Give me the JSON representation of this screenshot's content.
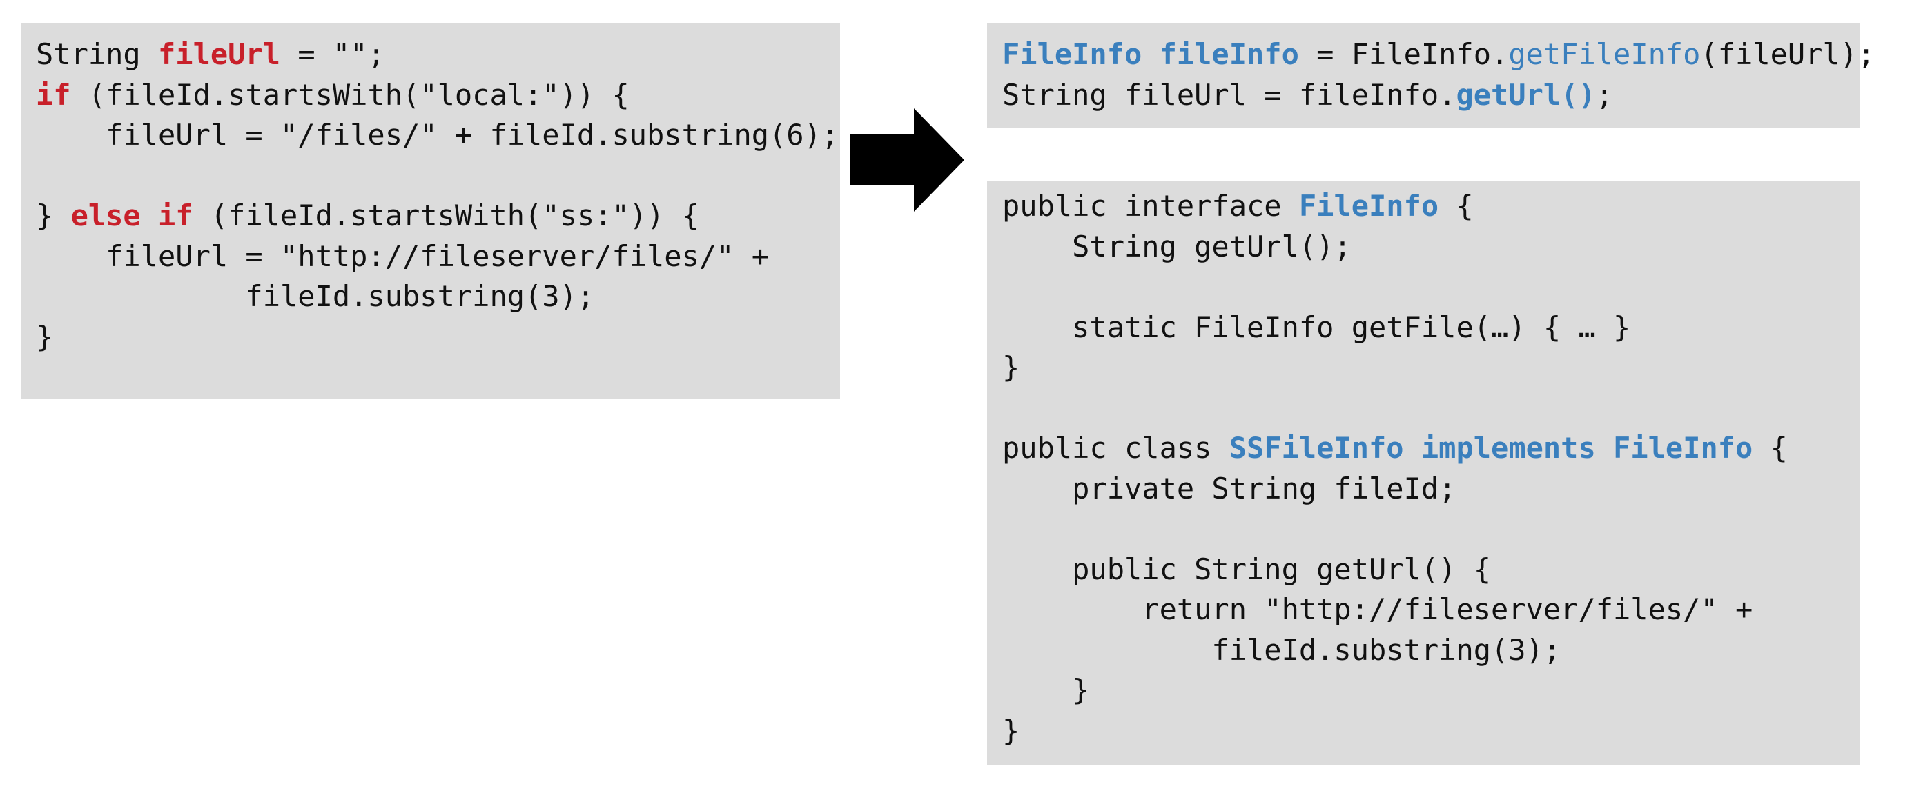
{
  "colors": {
    "box_background": "#dcdcdc",
    "text": "#111111",
    "keyword_red": "#c8202a",
    "highlight_blue": "#3a7fbd",
    "arrow": "#000000"
  },
  "left_code": {
    "lines": [
      [
        {
          "t": "String "
        },
        {
          "t": "fileUrl",
          "s": "red"
        },
        {
          "t": " = \"\";"
        }
      ],
      [
        {
          "t": "if",
          "s": "red"
        },
        {
          "t": " (fileId.startsWith(\"local:\")) {"
        }
      ],
      [
        {
          "t": "    fileUrl = \"/files/\" + fileId.substring(6);"
        }
      ],
      [
        {
          "t": ""
        }
      ],
      [
        {
          "t": "} "
        },
        {
          "t": "else if",
          "s": "red"
        },
        {
          "t": " (fileId.startsWith(\"ss:\")) {"
        }
      ],
      [
        {
          "t": "    fileUrl = \"http://fileserver/files/\" +"
        }
      ],
      [
        {
          "t": "            fileId.substring(3);"
        }
      ],
      [
        {
          "t": "}"
        }
      ]
    ]
  },
  "right_top_code": {
    "lines": [
      [
        {
          "t": "FileInfo fileInfo",
          "s": "blue"
        },
        {
          "t": " = FileInfo."
        },
        {
          "t": "getFileInfo",
          "s": "bluefn"
        },
        {
          "t": "(fileUrl);"
        }
      ],
      [
        {
          "t": "String fileUrl = fileInfo."
        },
        {
          "t": "getUrl()",
          "s": "blue"
        },
        {
          "t": ";"
        }
      ]
    ]
  },
  "right_bottom_code": {
    "lines": [
      [
        {
          "t": "public interface "
        },
        {
          "t": "FileInfo",
          "s": "blue"
        },
        {
          "t": " {"
        }
      ],
      [
        {
          "t": "    String getUrl();"
        }
      ],
      [
        {
          "t": ""
        }
      ],
      [
        {
          "t": "    static FileInfo getFile(…) { … }"
        }
      ],
      [
        {
          "t": "}"
        }
      ],
      [
        {
          "t": ""
        }
      ],
      [
        {
          "t": "public class "
        },
        {
          "t": "SSFileInfo implements FileInfo",
          "s": "blue"
        },
        {
          "t": " {"
        }
      ],
      [
        {
          "t": "    private String fileId;"
        }
      ],
      [
        {
          "t": ""
        }
      ],
      [
        {
          "t": "    public String getUrl() {"
        }
      ],
      [
        {
          "t": "        return \"http://fileserver/files/\" +"
        }
      ],
      [
        {
          "t": "            fileId.substring(3);"
        }
      ],
      [
        {
          "t": "    }"
        }
      ],
      [
        {
          "t": "}"
        }
      ]
    ]
  }
}
